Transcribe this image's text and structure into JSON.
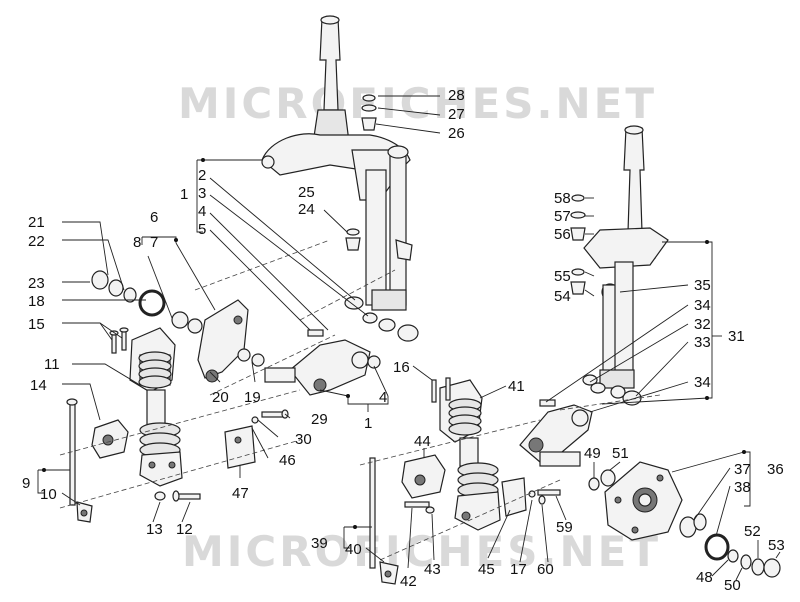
{
  "watermark": "MICROFICHES.NET",
  "callouts": {
    "n1": "1",
    "n1b": "1",
    "n2": "2",
    "n3": "3",
    "n4": "4",
    "n4b": "4",
    "n5": "5",
    "n6": "6",
    "n7": "7",
    "n8": "8",
    "n9": "9",
    "n10": "10",
    "n11": "11",
    "n12": "12",
    "n13": "13",
    "n14": "14",
    "n15": "15",
    "n16": "16",
    "n17": "17",
    "n18": "18",
    "n19": "19",
    "n20": "20",
    "n21": "21",
    "n22": "22",
    "n23": "23",
    "n24": "24",
    "n25": "25",
    "n26": "26",
    "n27": "27",
    "n28": "28",
    "n29": "29",
    "n30": "30",
    "n31": "31",
    "n32": "32",
    "n33": "33",
    "n34": "34",
    "n34b": "34",
    "n35": "35",
    "n36": "36",
    "n37": "37",
    "n38": "38",
    "n39": "39",
    "n40": "40",
    "n41": "41",
    "n42": "42",
    "n43": "43",
    "n44": "44",
    "n45": "45",
    "n46": "46",
    "n47": "47",
    "n48": "48",
    "n49": "49",
    "n50": "50",
    "n51": "51",
    "n52": "52",
    "n53": "53",
    "n54": "54",
    "n55": "55",
    "n56": "56",
    "n57": "57",
    "n58": "58",
    "n59": "59",
    "n60": "60"
  }
}
